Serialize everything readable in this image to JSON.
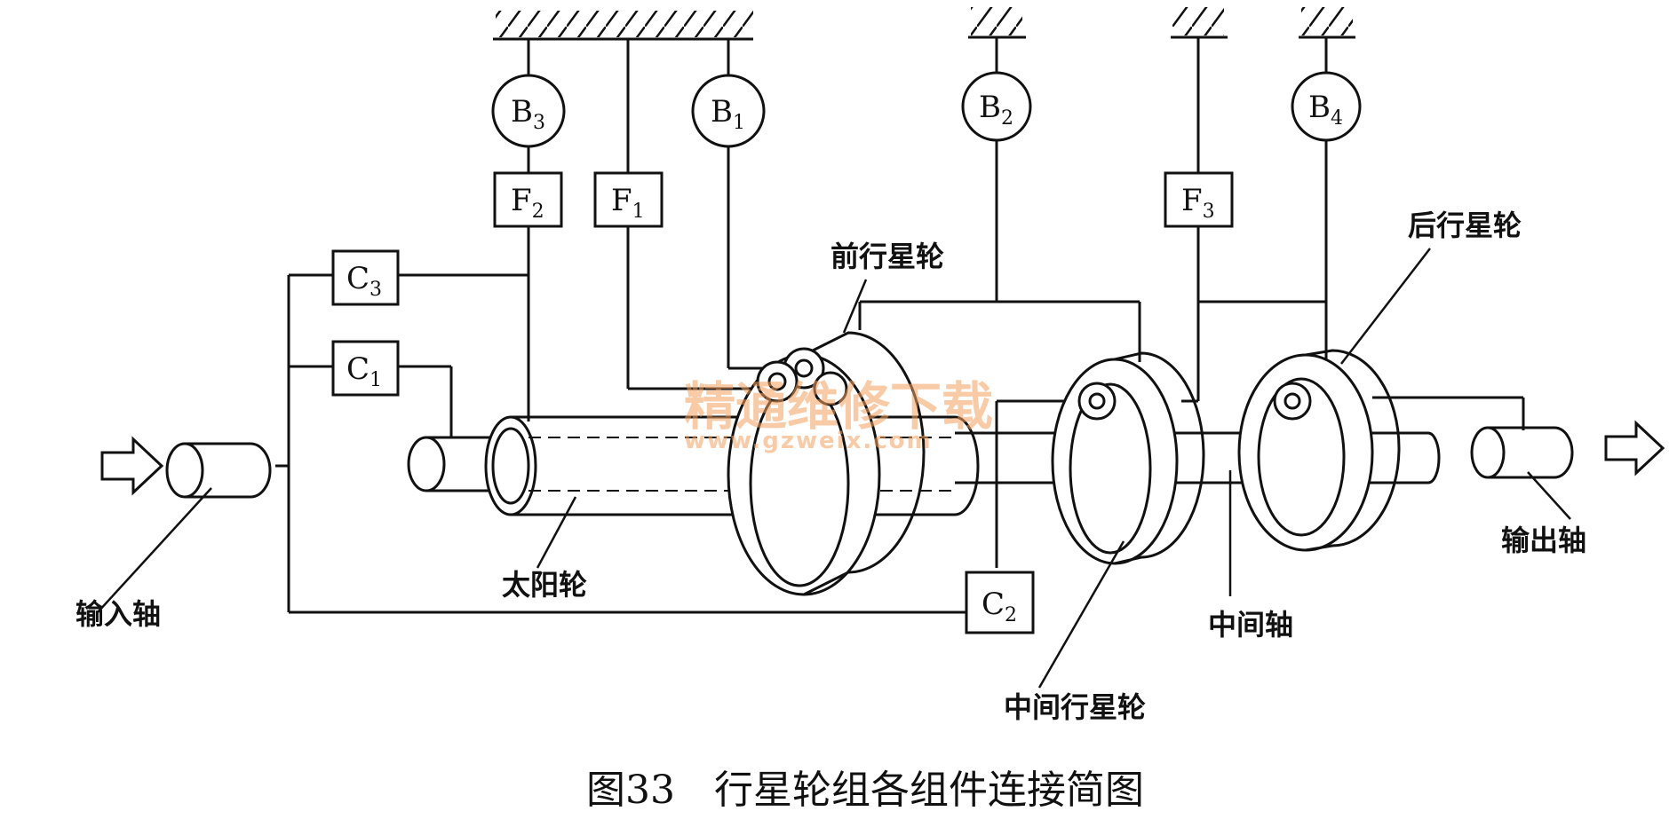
{
  "labels": {
    "B3": {
      "main": "B",
      "sub": "3"
    },
    "B1": {
      "main": "B",
      "sub": "1"
    },
    "B2": {
      "main": "B",
      "sub": "2"
    },
    "B4": {
      "main": "B",
      "sub": "4"
    },
    "F2": {
      "main": "F",
      "sub": "2"
    },
    "F1": {
      "main": "F",
      "sub": "1"
    },
    "F3": {
      "main": "F",
      "sub": "3"
    },
    "C3": {
      "main": "C",
      "sub": "3"
    },
    "C1": {
      "main": "C",
      "sub": "1"
    },
    "C2": {
      "main": "C",
      "sub": "2"
    }
  },
  "components": {
    "input_shaft": "输入轴",
    "output_shaft": "输出轴",
    "sun_gear": "太阳轮",
    "front_planet": "前行星轮",
    "middle_planet": "中间行星轮",
    "rear_planet": "后行星轮",
    "intermediate_shaft": "中间轴"
  },
  "watermark": {
    "line1": "精通维修下载",
    "line2": "www.gzweix.com"
  },
  "caption": "图33　行星轮组各组件连接简图"
}
